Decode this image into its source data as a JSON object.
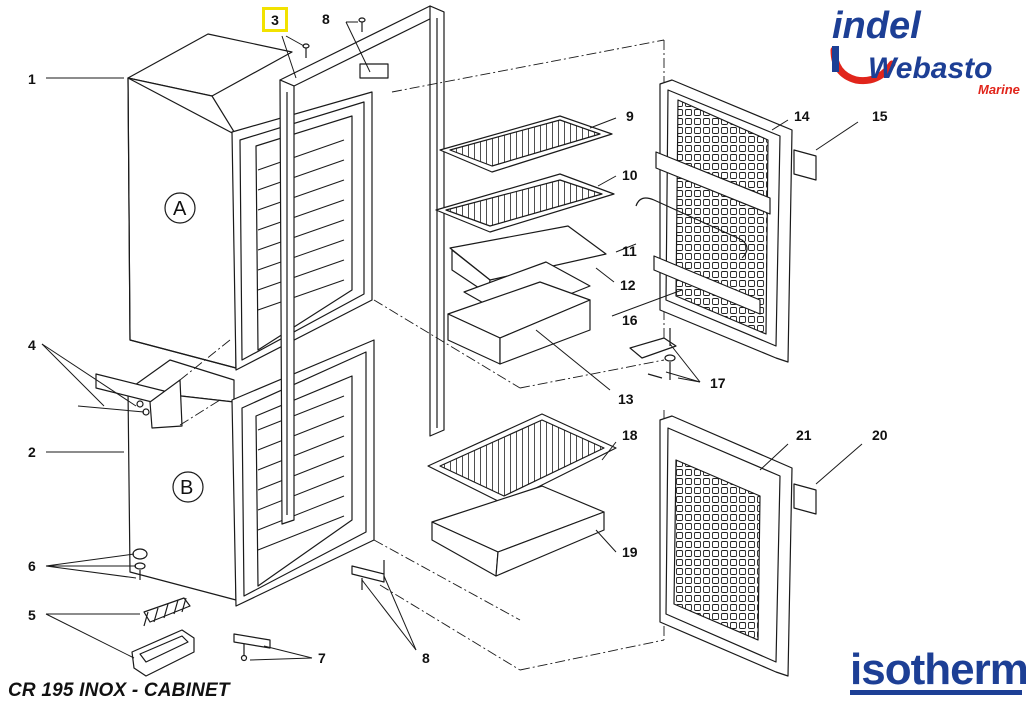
{
  "title": "CR 195 INOX - CABINET",
  "brand_top": {
    "line1": "indel",
    "line2": "Webasto",
    "tag": "Marine",
    "color_blue": "#1d3f95",
    "color_red": "#e1251b"
  },
  "brand_bottom": {
    "name": "isotherm",
    "color": "#1d3f95"
  },
  "highlight": {
    "label": "3",
    "color": "#f2e200"
  },
  "section_labels": {
    "a": "A",
    "b": "B"
  },
  "callouts": {
    "c1": "1",
    "c2": "2",
    "c4": "4",
    "c5": "5",
    "c6": "6",
    "c7": "7",
    "c8a": "8",
    "c8b": "8",
    "c9": "9",
    "c10": "10",
    "c11": "11",
    "c12": "12",
    "c13": "13",
    "c14": "14",
    "c15": "15",
    "c16": "16",
    "c17": "17",
    "c18": "18",
    "c19": "19",
    "c20": "20",
    "c21": "21"
  }
}
